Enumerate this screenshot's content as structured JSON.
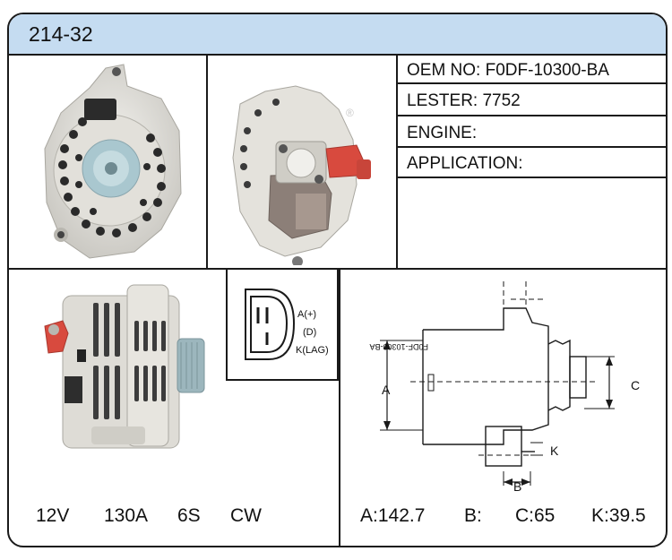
{
  "header": {
    "title": "214-32"
  },
  "specs": {
    "oem": "OEM NO:  F0DF-10300-BA",
    "lester": "LESTER:  7752",
    "engine": "ENGINE:",
    "application": "APPLICATION:"
  },
  "connector": {
    "pin1": "A(+)",
    "pin2": "(D)",
    "pin3": "K(LAG)"
  },
  "ratings": {
    "voltage": "12V",
    "amperage": "130A",
    "pulley": "6S",
    "rotation": "CW"
  },
  "dimensions": {
    "labels": {
      "a": "A",
      "b": "B",
      "c": "C",
      "k": "K"
    },
    "part_mark": "F0DF-10300-BA",
    "a_value": "A:142.7",
    "b_value": "B:",
    "c_value": "C:65",
    "k_value": "K:39.5"
  },
  "colors": {
    "header_bg": "#c5dcf1",
    "terminal_red": "#d84a3e",
    "housing": "#dedcd6"
  }
}
